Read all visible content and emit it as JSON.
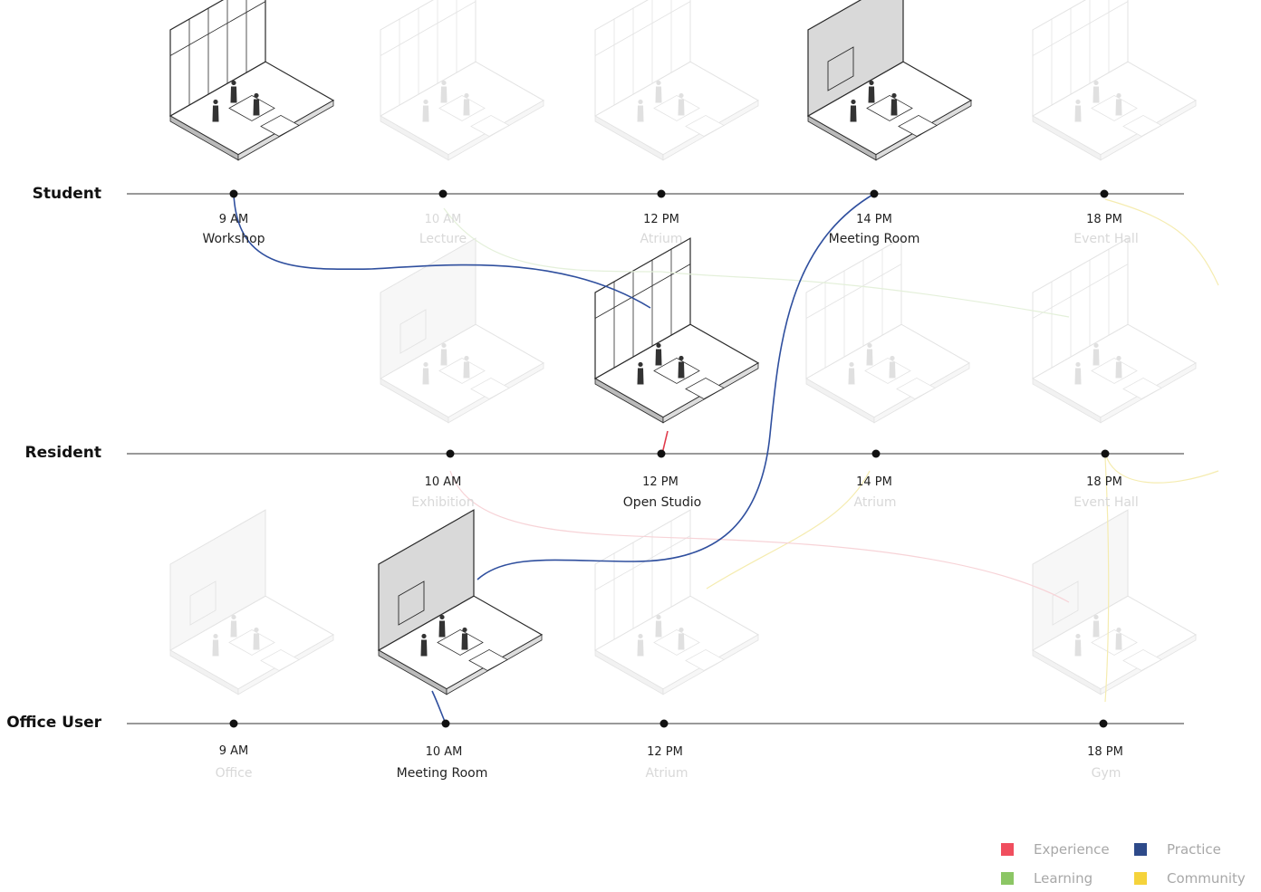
{
  "rows": [
    {
      "label": "Student",
      "nodes": [
        {
          "time": "9 AM",
          "place": "Workshop",
          "active": true
        },
        {
          "time": "10 AM",
          "place": "Lecture",
          "active": false
        },
        {
          "time": "12 PM",
          "place": "Atrium",
          "active": false
        },
        {
          "time": "14 PM",
          "place": "Meeting Room",
          "active": true
        },
        {
          "time": "18 PM",
          "place": "Event Hall",
          "active": false
        }
      ]
    },
    {
      "label": "Resident",
      "nodes": [
        {
          "time": "10 AM",
          "place": "Exhibition",
          "active": false
        },
        {
          "time": "12 PM",
          "place": "Open Studio",
          "active": true
        },
        {
          "time": "14 PM",
          "place": "Atrium",
          "active": false
        },
        {
          "time": "18 PM",
          "place": "Event Hall",
          "active": false
        }
      ]
    },
    {
      "label": "Office User",
      "nodes": [
        {
          "time": "9 AM",
          "place": "Office",
          "active": false
        },
        {
          "time": "10 AM",
          "place": "Meeting Room",
          "active": true
        },
        {
          "time": "12 PM",
          "place": "Atrium",
          "active": false
        },
        {
          "time": "18 PM",
          "place": "Gym",
          "active": false
        }
      ]
    }
  ],
  "legend": [
    {
      "label": "Experience",
      "color": "#f04e5e"
    },
    {
      "label": "Practice",
      "color": "#2e4a8a"
    },
    {
      "label": "Learning",
      "color": "#8cc665"
    },
    {
      "label": "Community",
      "color": "#f5d33b"
    }
  ],
  "colors": {
    "practice_path": "#2f4f9e",
    "experience_path": "#e0394a",
    "line": "#333333",
    "room_active": "#2a2a2a",
    "room_faded": "#e6e6e6"
  }
}
